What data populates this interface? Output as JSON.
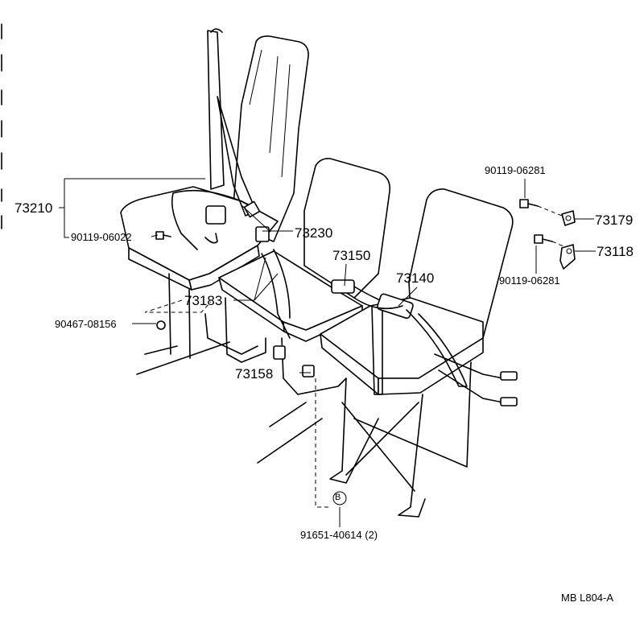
{
  "labels": {
    "p73210": "73210",
    "p90119_06022": "90119-06022",
    "p73230": "73230",
    "p73150": "73150",
    "p73140": "73140",
    "p73183": "73183",
    "p90467_08156": "90467-08156",
    "p73158": "73158",
    "p90119_06281_top": "90119-06281",
    "p73179": "73179",
    "p73118": "73118",
    "p90119_06281_bottom": "90119-06281",
    "p91651_40614": "91651-40614 (2)",
    "b_symbol": "B"
  },
  "footer": {
    "code": "MB  L804-A"
  },
  "icons": [
    "bolt-icon",
    "bracket-icon",
    "seat-belt-buckle-icon"
  ]
}
